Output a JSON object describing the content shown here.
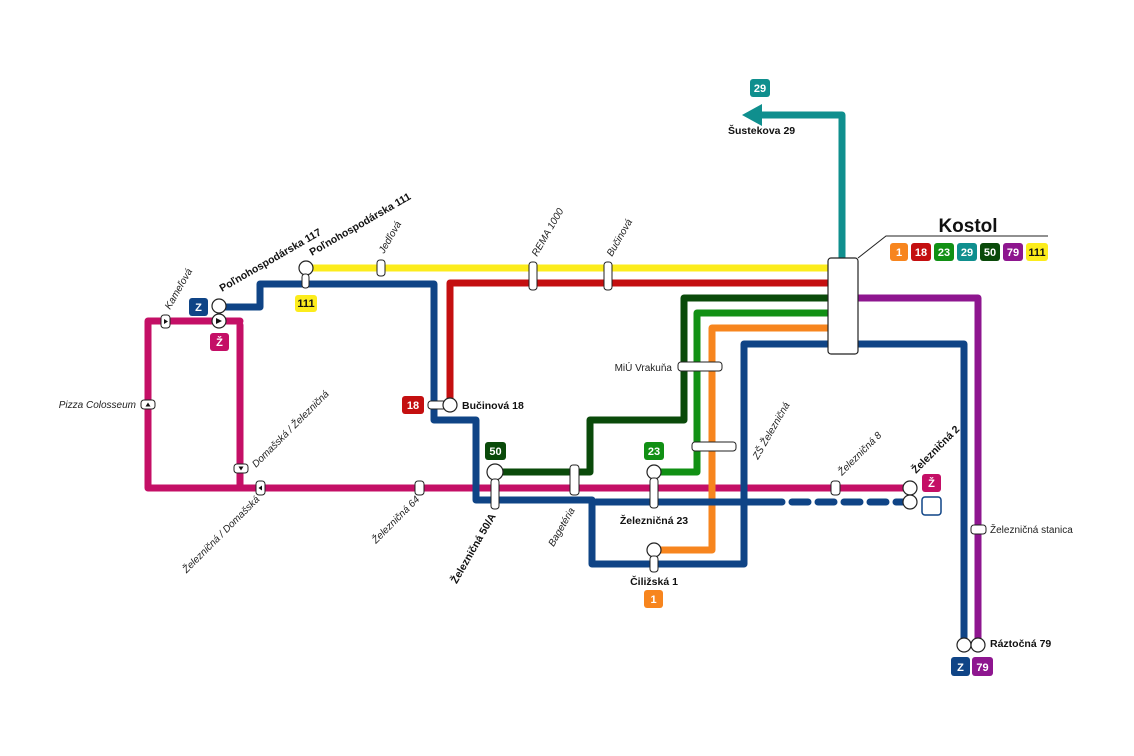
{
  "colors": {
    "line_1": "#f7851e",
    "line_18": "#c40f10",
    "line_23": "#119014",
    "line_29": "#0f8f8e",
    "line_50": "#0a4a0a",
    "line_79": "#8e168f",
    "line_111": "#fcec1c",
    "line_Z": "#0f4486",
    "line_Zh": "#c40f66"
  },
  "hub": {
    "name": "Kostol",
    "lines": [
      "1",
      "18",
      "23",
      "29",
      "50",
      "79",
      "111"
    ]
  },
  "badges": {
    "b29": "29",
    "b111": "111",
    "b18": "18",
    "b50": "50",
    "b23": "23",
    "b1": "1",
    "bZ1": "Z",
    "bZh1": "Ž",
    "bZh2": "Ž",
    "bZ2": "Z",
    "bZ3": "Z",
    "b79": "79"
  },
  "stops": {
    "sustekova": "Šustekova 29",
    "polnohospodarska111": "Poľnohospodárska 111",
    "polnohospodarska117": "Poľnohospodárska 117",
    "jedlova": "Jedľová",
    "rema": "REMA 1000",
    "bucinova_top": "Bučinová",
    "kamelova": "Kameľová",
    "pizza": "Pizza Colosseum",
    "domasska": "Domašská / Železničná",
    "zeleznicna_domasska": "Železničná / Domašská",
    "zeleznicna64": "Železničná 64",
    "bucinova18": "Bučinová 18",
    "zeleznicna50a": "Železničná 50/A",
    "bageteria": "Bagetéria",
    "miu": "MiÚ Vrakuňa",
    "zs": "ZŠ Železničná",
    "zeleznicna23": "Železničná 23",
    "cilizska": "Čiližská 1",
    "zeleznicna8": "Železničná 8",
    "zeleznicna2": "Železničná 2",
    "stanica": "Železničná stanica",
    "raztocna": "Ráztočná 79"
  },
  "icons": {
    "stop_direction_up": "triangle-up",
    "stop_direction_down": "triangle-down",
    "stop_direction_left": "triangle-left",
    "stop_direction_right": "triangle-right"
  }
}
